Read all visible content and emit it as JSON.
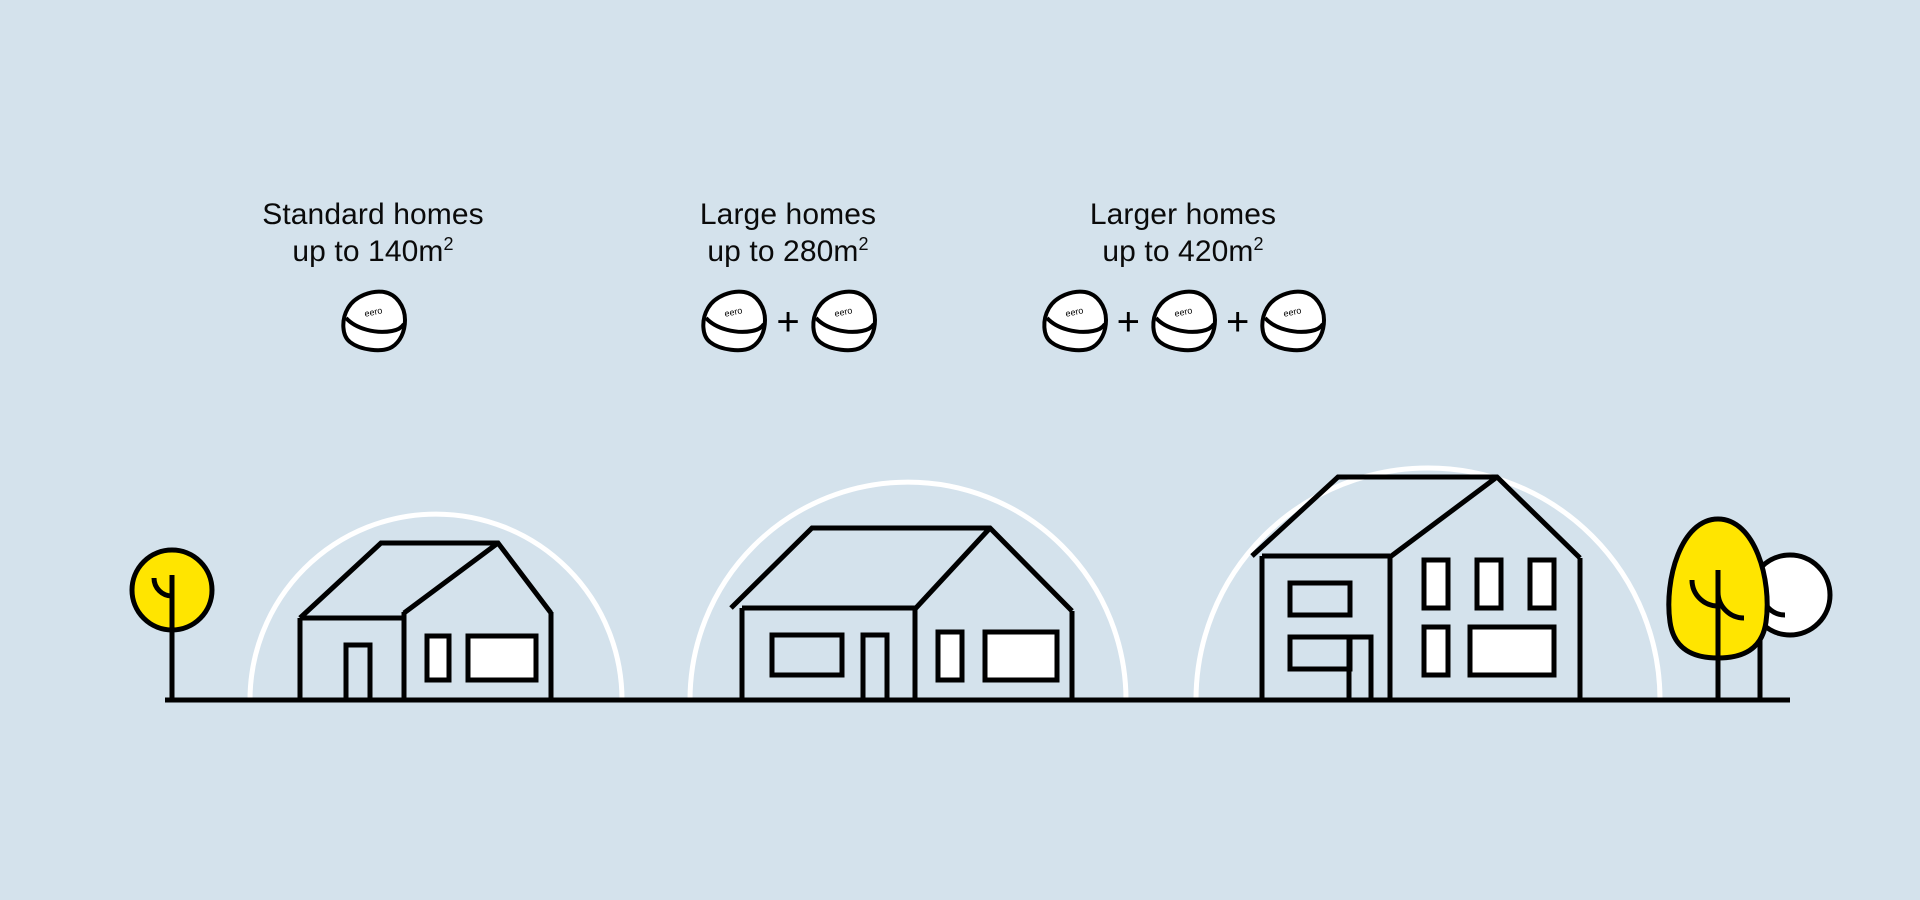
{
  "page": {
    "background_color": "#d4e2ec",
    "ground_line_color": "#000000",
    "line_color": "#000000",
    "coverage_arc_color": "#ffffff",
    "device_fill": "#ffffff",
    "window_fill": "#ffffff",
    "tree_highlight_color": "#ffe500"
  },
  "groups": [
    {
      "id": "standard",
      "title_line1": "Standard homes",
      "title_line2_prefix": "up to 140m",
      "title_line2_sup": "2",
      "device_count": 1,
      "device_label": "eero",
      "separator": "+",
      "area_value": 140,
      "area_unit": "m2"
    },
    {
      "id": "large",
      "title_line1": "Large homes",
      "title_line2_prefix": "up to 280m",
      "title_line2_sup": "2",
      "device_count": 2,
      "device_label": "eero",
      "separator": "+",
      "area_value": 280,
      "area_unit": "m2"
    },
    {
      "id": "larger",
      "title_line1": "Larger homes",
      "title_line2_prefix": "up to 420m",
      "title_line2_sup": "2",
      "device_count": 3,
      "device_label": "eero",
      "separator": "+",
      "area_value": 420,
      "area_unit": "m2"
    }
  ],
  "scene": {
    "houses": [
      {
        "id": "house-small",
        "storeys": 1,
        "coverage": "single-arc"
      },
      {
        "id": "house-medium",
        "storeys": 1,
        "coverage": "single-arc"
      },
      {
        "id": "house-large",
        "storeys": 2,
        "coverage": "single-arc"
      }
    ],
    "trees": [
      {
        "id": "tree-left-yellow",
        "shape": "round",
        "fill": "#ffe500"
      },
      {
        "id": "tree-right-yellow",
        "shape": "teardrop",
        "fill": "#ffe500"
      },
      {
        "id": "tree-right-white",
        "shape": "round",
        "fill": "#ffffff"
      }
    ]
  }
}
